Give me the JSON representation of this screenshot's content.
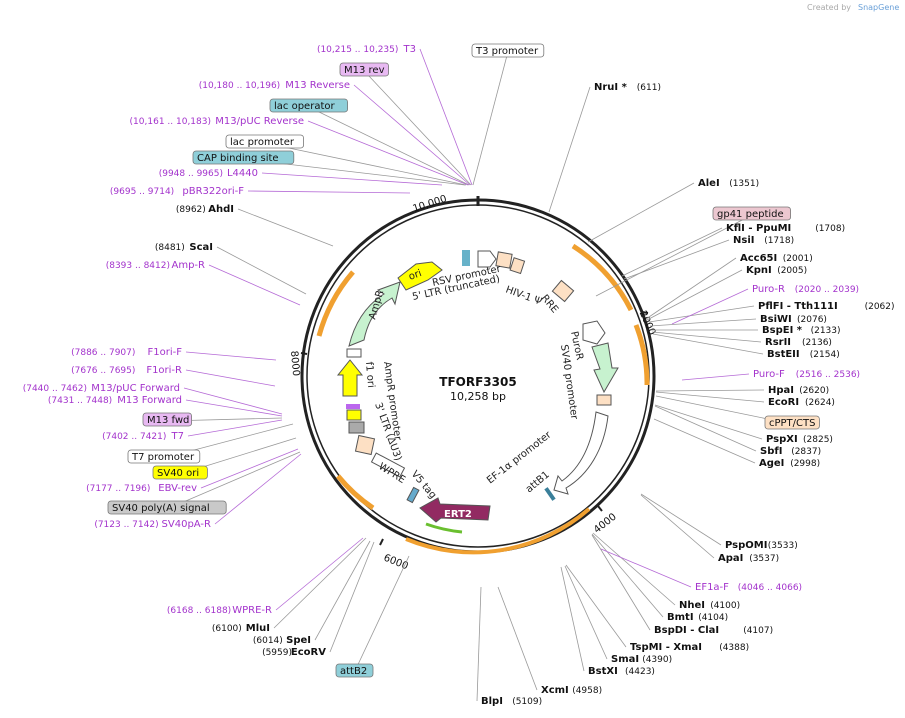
{
  "credit": {
    "text": "Created by",
    "brand": "SnapGene"
  },
  "plasmid": {
    "name": "TFORF3305",
    "length": "10,258 bp",
    "total_bp": 10258
  },
  "ticks": [
    "2000",
    "4000",
    "6000",
    "8000",
    "10,000"
  ],
  "features": {
    "rsv": "RSV promoter",
    "ltr5": "5' LTR (truncated)",
    "hiv": "HIV-1 Ψ",
    "rre": "RRE",
    "puror": "PuroR",
    "sv40p": "SV40 promoter",
    "ef1a": "EF-1α promoter",
    "attb1": "attB1",
    "ert2": "ERT2",
    "v5": "V5 tag",
    "wpre": "WPRE",
    "ltr3": "3' LTR (ΔU3)",
    "ampp": "AmpR promoter",
    "f1": "f1 ori",
    "ampr": "AmpR",
    "ori": "ori"
  },
  "labels": [
    {
      "id": "t3-primer",
      "text": "T3",
      "range": "(10,215 .. 10,235)",
      "type": "primer"
    },
    {
      "id": "t3-promoter",
      "text": "T3 promoter",
      "type": "box-white"
    },
    {
      "id": "m13rev",
      "text": "M13 rev",
      "type": "box-purple"
    },
    {
      "id": "m13reverse",
      "text": "M13 Reverse",
      "range": "(10,180 .. 10,196)",
      "type": "primer"
    },
    {
      "id": "lacop",
      "text": "lac operator",
      "type": "box-teal"
    },
    {
      "id": "m13puc-rev",
      "text": "M13/pUC Reverse",
      "range": "(10,161 .. 10,183)",
      "type": "primer"
    },
    {
      "id": "lacprom",
      "text": "lac promoter",
      "type": "box-white"
    },
    {
      "id": "cap",
      "text": "CAP binding site",
      "type": "box-teal"
    },
    {
      "id": "l4440",
      "text": "L4440",
      "range": "(9948 .. 9965)",
      "type": "primer"
    },
    {
      "id": "pbr322",
      "text": "pBR322ori-F",
      "range": "(9695 .. 9714)",
      "type": "primer"
    },
    {
      "id": "ahdi",
      "text": "AhdI",
      "num": "(8962)",
      "type": "enzyme-left"
    },
    {
      "id": "scai",
      "text": "ScaI",
      "num": "(8481)",
      "type": "enzyme-left"
    },
    {
      "id": "ampr-p",
      "text": "Amp-R",
      "range": "(8393 .. 8412)",
      "type": "primer"
    },
    {
      "id": "f1ori-f",
      "text": "F1ori-F",
      "range": "(7886 .. 7907)",
      "type": "primer"
    },
    {
      "id": "f1ori-r",
      "text": "F1ori-R",
      "range": "(7676 .. 7695)",
      "type": "primer"
    },
    {
      "id": "m13puc-fwd",
      "text": "M13/pUC Forward",
      "range": "(7440 .. 7462)",
      "type": "primer"
    },
    {
      "id": "m13forward",
      "text": "M13 Forward",
      "range": "(7431 .. 7448)",
      "type": "primer"
    },
    {
      "id": "m13fwd",
      "text": "M13 fwd",
      "type": "box-purple"
    },
    {
      "id": "t7",
      "text": "T7",
      "range": "(7402 .. 7421)",
      "type": "primer"
    },
    {
      "id": "t7prom",
      "text": "T7 promoter",
      "type": "box-white"
    },
    {
      "id": "sv40ori",
      "text": "SV40 ori",
      "type": "box-yellow"
    },
    {
      "id": "ebvrev",
      "text": "EBV-rev",
      "range": "(7177 .. 7196)",
      "type": "primer"
    },
    {
      "id": "sv40pa",
      "text": "SV40 poly(A) signal",
      "type": "box-gray"
    },
    {
      "id": "sv40par",
      "text": "SV40pA-R",
      "range": "(7123 .. 7142)",
      "type": "primer"
    },
    {
      "id": "wprer",
      "text": "WPRE-R",
      "range": "(6168 .. 6188)",
      "type": "primer"
    },
    {
      "id": "mlui",
      "text": "MluI",
      "num": "(6100)",
      "type": "enzyme-left"
    },
    {
      "id": "spei",
      "text": "SpeI",
      "num": "(6014)",
      "type": "enzyme-left"
    },
    {
      "id": "ecorv",
      "text": "EcoRV",
      "num": "(5959)",
      "type": "enzyme-left"
    },
    {
      "id": "attb2",
      "text": "attB2",
      "type": "box-teal"
    },
    {
      "id": "blpi",
      "text": "BlpI",
      "num": "(5109)",
      "type": "enzyme"
    },
    {
      "id": "xcmi",
      "text": "XcmI",
      "num": "(4958)",
      "type": "enzyme"
    },
    {
      "id": "bstxi",
      "text": "BstXI",
      "num": "(4423)",
      "type": "enzyme"
    },
    {
      "id": "smai",
      "text": "SmaI",
      "num": "(4390)",
      "type": "enzyme"
    },
    {
      "id": "tspmi",
      "text": "TspMI  -  XmaI",
      "num": "(4388)",
      "type": "enzyme"
    },
    {
      "id": "bspdi",
      "text": "BspDI  -  ClaI",
      "num": "(4107)",
      "type": "enzyme"
    },
    {
      "id": "bmti",
      "text": "BmtI",
      "num": "(4104)",
      "type": "enzyme"
    },
    {
      "id": "nhei",
      "text": "NheI",
      "num": "(4100)",
      "type": "enzyme"
    },
    {
      "id": "ef1af",
      "text": "EF1a-F",
      "range": "(4046 .. 4066)",
      "type": "primer-right"
    },
    {
      "id": "apai",
      "text": "ApaI",
      "num": "(3537)",
      "type": "enzyme"
    },
    {
      "id": "pspomi",
      "text": "PspOMI",
      "num": "(3533)",
      "type": "enzyme"
    },
    {
      "id": "agei",
      "text": "AgeI",
      "num": "(2998)",
      "type": "enzyme"
    },
    {
      "id": "sbfi",
      "text": "SbfI",
      "num": "(2837)",
      "type": "enzyme"
    },
    {
      "id": "pspxi",
      "text": "PspXI",
      "num": "(2825)",
      "type": "enzyme"
    },
    {
      "id": "cppt",
      "text": "cPPT/CTS",
      "type": "box-peach"
    },
    {
      "id": "ecori",
      "text": "EcoRI",
      "num": "(2624)",
      "type": "enzyme"
    },
    {
      "id": "hpai",
      "text": "HpaI",
      "num": "(2620)",
      "type": "enzyme"
    },
    {
      "id": "purof2",
      "text": "Puro-F",
      "range": "(2516 .. 2536)",
      "type": "primer-right"
    },
    {
      "id": "bsteii",
      "text": "BstEII",
      "num": "(2154)",
      "type": "enzyme"
    },
    {
      "id": "rsrii",
      "text": "RsrII",
      "num": "(2136)",
      "type": "enzyme"
    },
    {
      "id": "bspei",
      "text": "BspEI *",
      "num": "(2133)",
      "type": "enzyme"
    },
    {
      "id": "bsiwi",
      "text": "BsiWI",
      "num": "(2076)",
      "type": "enzyme"
    },
    {
      "id": "pflfi",
      "text": "PflFI  -  Tth111I",
      "num": "(2062)",
      "type": "enzyme"
    },
    {
      "id": "purof",
      "text": "Puro-R",
      "range": "(2020 .. 2039)",
      "type": "primer-right"
    },
    {
      "id": "kpni",
      "text": "KpnI",
      "num": "(2005)",
      "type": "enzyme"
    },
    {
      "id": "acc65i",
      "text": "Acc65I",
      "num": "(2001)",
      "type": "enzyme"
    },
    {
      "id": "nsii",
      "text": "NsiI",
      "num": "(1718)",
      "type": "enzyme"
    },
    {
      "id": "kfli",
      "text": "KflI  -  PpuMI",
      "num": "(1708)",
      "type": "enzyme"
    },
    {
      "id": "gp41",
      "text": "gp41 peptide",
      "type": "box-pink"
    },
    {
      "id": "alei",
      "text": "AleI",
      "num": "(1351)",
      "type": "enzyme"
    },
    {
      "id": "nrui",
      "text": "NruI *",
      "num": "(611)",
      "type": "enzyme"
    }
  ],
  "colors": {
    "primer": "#a333cc",
    "orf": "#f0a030",
    "ring": "#222222"
  }
}
